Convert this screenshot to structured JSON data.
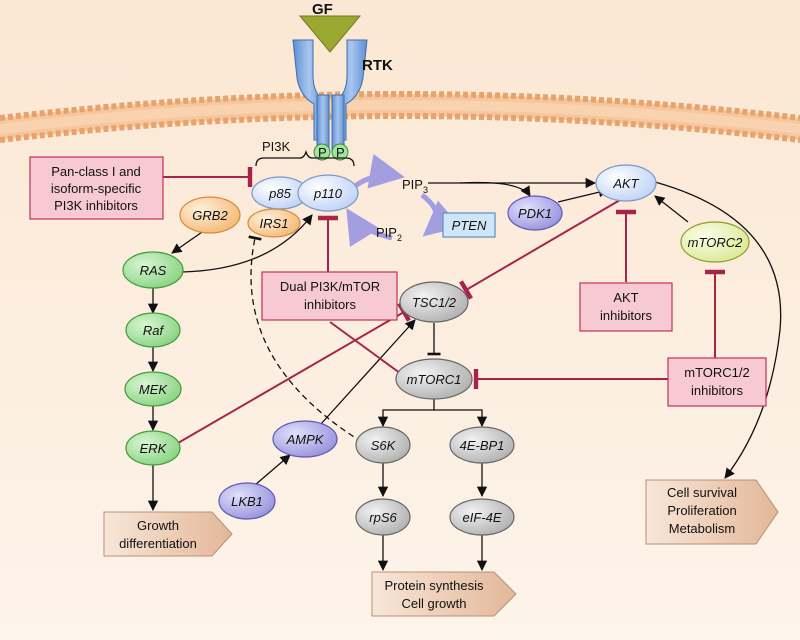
{
  "colors": {
    "membrane": "#f3b07a",
    "inhibitor_line": "#a8234a",
    "inhibitor_box_fill": "#f7c9d3",
    "inhibitor_box_stroke": "#c0335a",
    "green_node": "#8fd98a",
    "blue_node": "#c8d8f8",
    "purple_node": "#a9a6e8",
    "gray_node": "#c9c9c9",
    "orange_node": "#f8c98c",
    "yellow_node": "#e6f0a8",
    "output_arrow": "#e7c3a8"
  },
  "labels": {
    "gf": "GF",
    "rtk": "RTK",
    "p_left": "P",
    "p_right": "P",
    "pi3k": "PI3K",
    "pip3_main": "PIP",
    "pip3_sub": "3",
    "pip2_main": "PIP",
    "pip2_sub": "2"
  },
  "nodes": {
    "p85": "p85",
    "p110": "p110",
    "irs1": "IRS1",
    "grb2": "GRB2",
    "ras": "RAS",
    "raf": "Raf",
    "mek": "MEK",
    "erk": "ERK",
    "akt": "AKT",
    "pdk1": "PDK1",
    "pten": "PTEN",
    "mtorc2": "mTORC2",
    "tsc": "TSC1/2",
    "mtorc1": "mTORC1",
    "s6k": "S6K",
    "ebp1": "4E-BP1",
    "rps6": "rpS6",
    "eif4e": "eIF-4E",
    "ampk": "AMPK",
    "lkb1": "LKB1"
  },
  "inhibitors": {
    "pan_class": [
      "Pan-class I and",
      "isoform-specific",
      "PI3K inhibitors"
    ],
    "dual": [
      "Dual PI3K/mTOR",
      "inhibitors"
    ],
    "akt_inh": [
      "AKT",
      "inhibitors"
    ],
    "mtorc12": [
      "mTORC1/2",
      "inhibitors"
    ]
  },
  "outputs": {
    "growth": [
      "Growth",
      "differentiation"
    ],
    "protein": [
      "Protein synthesis",
      "Cell growth"
    ],
    "survival": [
      "Cell survival",
      "Proliferation",
      "Metabolism"
    ]
  }
}
